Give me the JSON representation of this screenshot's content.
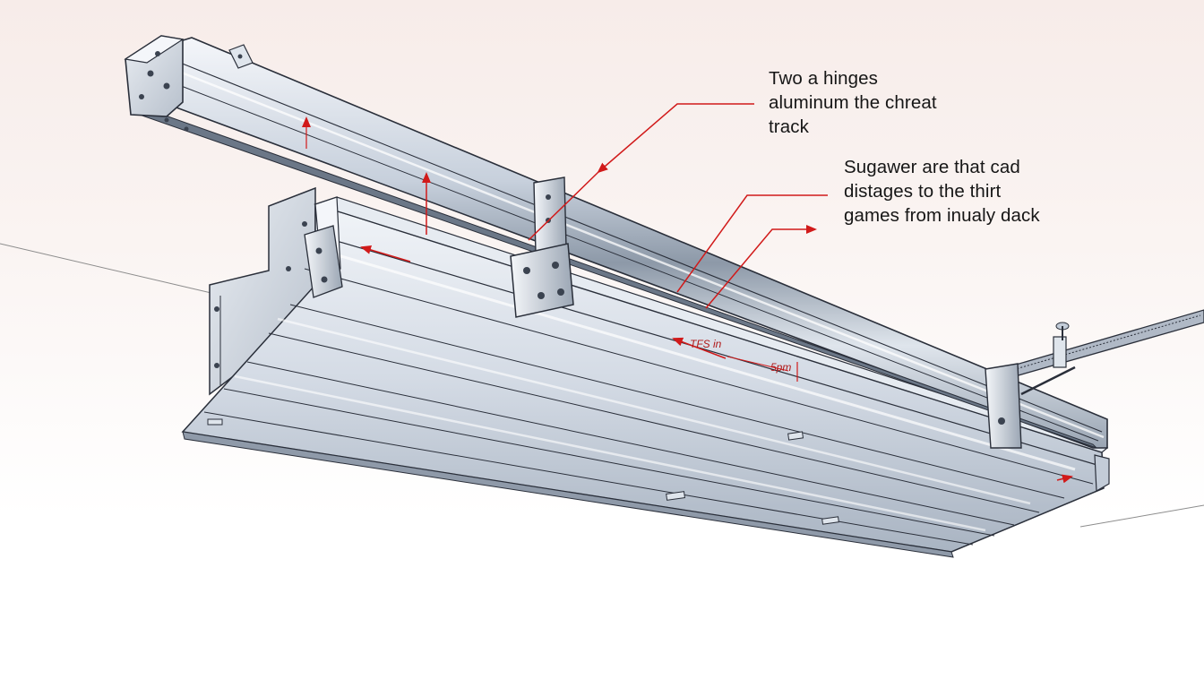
{
  "callouts": [
    {
      "lines": [
        "Two a hinges",
        "aluminum the chreat",
        "track"
      ]
    },
    {
      "lines": [
        "Sugawer are that cad",
        "distages to the thirt",
        "games from inualy dack"
      ]
    }
  ],
  "dimensions": [
    {
      "label": "TFS in"
    },
    {
      "label": "5pm"
    }
  ],
  "colors": {
    "annotation": "#d11a1a",
    "line_art": "#2a2f3a",
    "metal_light": "#eef2f7",
    "metal_mid": "#b9c3d0",
    "metal_dark": "#6b7787",
    "background": "#f9f1ef"
  }
}
